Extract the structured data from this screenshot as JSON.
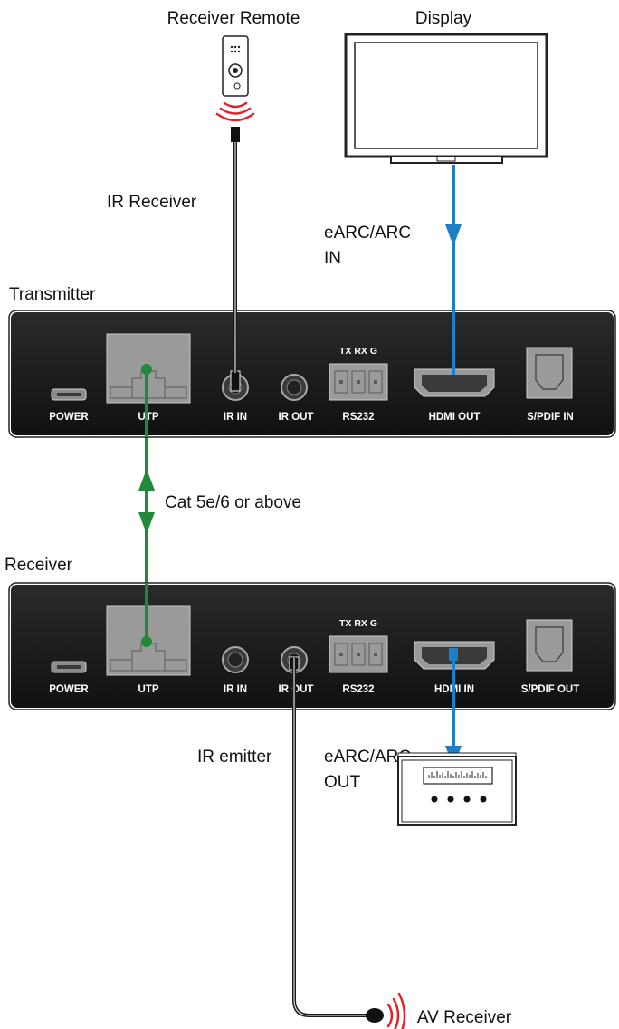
{
  "devices": {
    "receiver_remote": "Receiver Remote",
    "display": "Display",
    "av_receiver": "AV Receiver"
  },
  "transmitter": {
    "title": "Transmitter",
    "ports": {
      "power": "POWER",
      "utp": "UTP",
      "ir_in": "IR IN",
      "ir_out": "IR OUT",
      "rs232": "RS232",
      "rs232_pins": "TX RX  G",
      "hdmi": "HDMI OUT",
      "spdif": "S/PDIF IN"
    }
  },
  "receiver": {
    "title": "Receiver",
    "ports": {
      "power": "POWER",
      "utp": "UTP",
      "ir_in": "IR IN",
      "ir_out": "IR OUT",
      "rs232": "RS232",
      "rs232_pins": "TX RX  G",
      "hdmi": "HDMI IN",
      "spdif": "S/PDIF OUT"
    }
  },
  "connections": {
    "ir_receiver": "IR Receiver",
    "earc_in_line1": "eARC/ARC",
    "earc_in_line2": "IN",
    "cat": "Cat 5e/6 or above",
    "ir_emitter": "IR emitter",
    "earc_out_line1": "eARC/ARC",
    "earc_out_line2": "OUT"
  },
  "colors": {
    "cable_blue": "#1f7fc6",
    "cable_green": "#23893a",
    "cable_black": "#1a1a1a",
    "ir_signal": "#e0262c",
    "panel": "#1c1c1c",
    "port_gray": "#9a9a9a"
  }
}
